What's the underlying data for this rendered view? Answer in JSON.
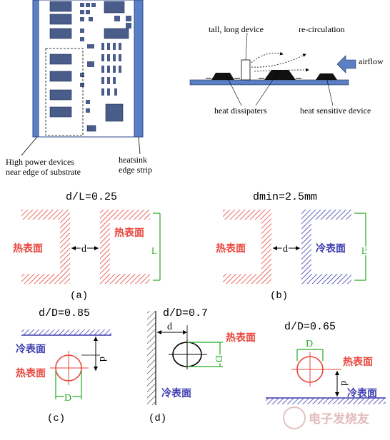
{
  "board": {
    "label_high_power_1": "High power devices",
    "label_high_power_2": "near edge of substrate",
    "label_heatsink_1": "heatsink",
    "label_heatsink_2": "edge strip"
  },
  "airflow_diagram": {
    "tall_device": "tall, long device",
    "recirculation": "re-circulation",
    "airflow": "airflow",
    "heat_dissipaters": "heat dissipaters",
    "heat_sensitive": "heat sensitive device"
  },
  "panel_a": {
    "ratio": "d/L=0.25",
    "left_face": "热表面",
    "right_face": "热表面",
    "gap": "d",
    "dim": "L",
    "caption": "(a)"
  },
  "panel_b": {
    "ratio": "dmin=2.5mm",
    "left_face": "热表面",
    "right_face": "冷表面",
    "gap": "d",
    "dim": "L",
    "caption": "(b)"
  },
  "panel_c": {
    "ratio": "d/D=0.85",
    "cold": "冷表面",
    "hot": "热表面",
    "gap": "d",
    "dia": "D",
    "caption": "(c)"
  },
  "panel_d": {
    "ratio": "d/D=0.7",
    "gap": "d",
    "hot": "热表面",
    "dia": "D",
    "cold": "冷表面",
    "caption": "(d)"
  },
  "panel_e": {
    "ratio": "d/D=0.65",
    "dia": "D",
    "hot": "热表面",
    "gap": "d",
    "cold": "冷表面"
  },
  "watermark": {
    "text": "电子发烧友"
  },
  "colors": {
    "hot": "#e8453c",
    "cold": "#3b3bb0",
    "dim": "#22aa22",
    "board": "#5a7fc4"
  }
}
